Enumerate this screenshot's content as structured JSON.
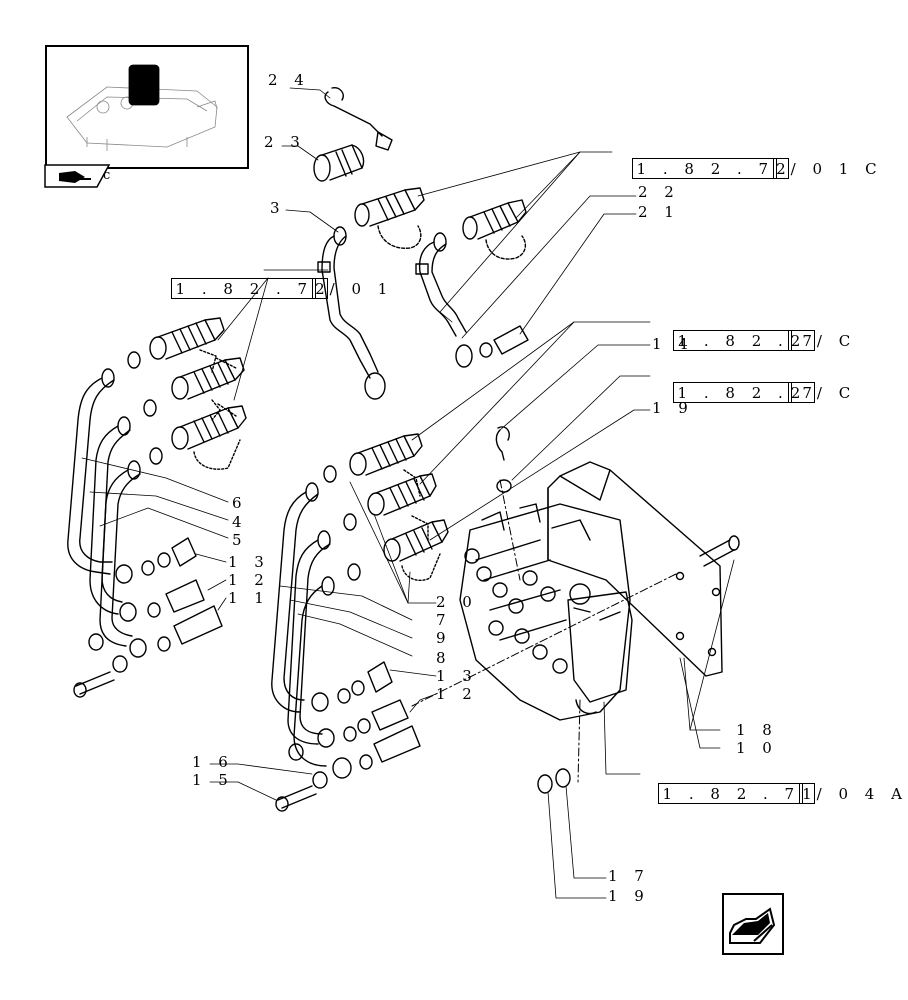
{
  "callouts": {
    "c24": "2 4",
    "c23": "2 3",
    "c3": "3",
    "c22": "2 2",
    "c21": "2 1",
    "c14": "1 4",
    "c19a": "1 9",
    "c6": "6",
    "c4": "4",
    "c5": "5",
    "c13a": "1 3",
    "c12a": "1 2",
    "c11": "1 1",
    "c20": "2 0",
    "c7": "7",
    "c9": "9",
    "c8": "8",
    "c13b": "1 3",
    "c12b": "1 2",
    "c18": "1 8",
    "c10": "1 0",
    "c16": "1 6",
    "c15": "1 5",
    "c17": "1 7",
    "c19b": "1 9"
  },
  "references": {
    "r1": {
      "box": "1 . 8 2 . 7",
      "box2": "2",
      "tail": "/ 0 1 C"
    },
    "r2": {
      "box": "1 . 8 2 . 7",
      "box2": "2",
      "tail": "/ 0 1"
    },
    "r3": {
      "box": "1 . 8 2 .",
      "box2": "27",
      "tail": "/ C"
    },
    "r4": {
      "box": "1 . 8 2 .",
      "box2": "27",
      "tail": "/ C"
    },
    "r5": {
      "box": "1 . 8 2 . 7",
      "box2": "1",
      "tail": "/ 0 4 A"
    }
  },
  "thumbnail": {
    "tab_letter": "c"
  },
  "icons": {
    "thumbnail": "tractor-location-thumbnail",
    "tab": "back-arrow-tab-icon",
    "nav": "next-page-arrow-icon"
  }
}
